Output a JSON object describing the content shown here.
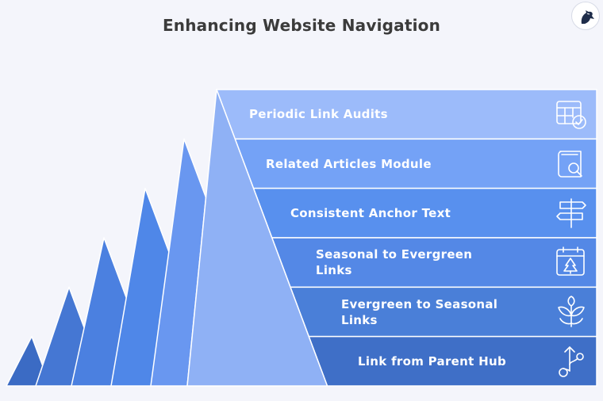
{
  "title": "Enhancing Website Navigation",
  "colors": {
    "background": "#f4f5fb",
    "title_text": "#3b3b3b",
    "label_text": "#ffffff",
    "icon_stroke": "#ffffff"
  },
  "steps": [
    {
      "label": "Periodic Link Audits",
      "icon": "calendar-check-icon",
      "color": "#9cbbfa",
      "face": "#8fb1f5"
    },
    {
      "label": "Related Articles Module",
      "icon": "book-search-icon",
      "color": "#74a2f6",
      "face": "#6997f0"
    },
    {
      "label": "Consistent Anchor Text",
      "icon": "signpost-icon",
      "color": "#5890ee",
      "face": "#4f87e8"
    },
    {
      "label": "Seasonal to Evergreen Links",
      "icon": "calendar-tree-icon",
      "color": "#5488e6",
      "face": "#4b80e0"
    },
    {
      "label": "Evergreen to Seasonal Links",
      "icon": "leaf-icon",
      "color": "#4a7fd8",
      "face": "#4577d3"
    },
    {
      "label": "Link from Parent Hub",
      "icon": "branch-arrow-icon",
      "color": "#3f6fc7",
      "face": "#3b6bc4"
    }
  ]
}
